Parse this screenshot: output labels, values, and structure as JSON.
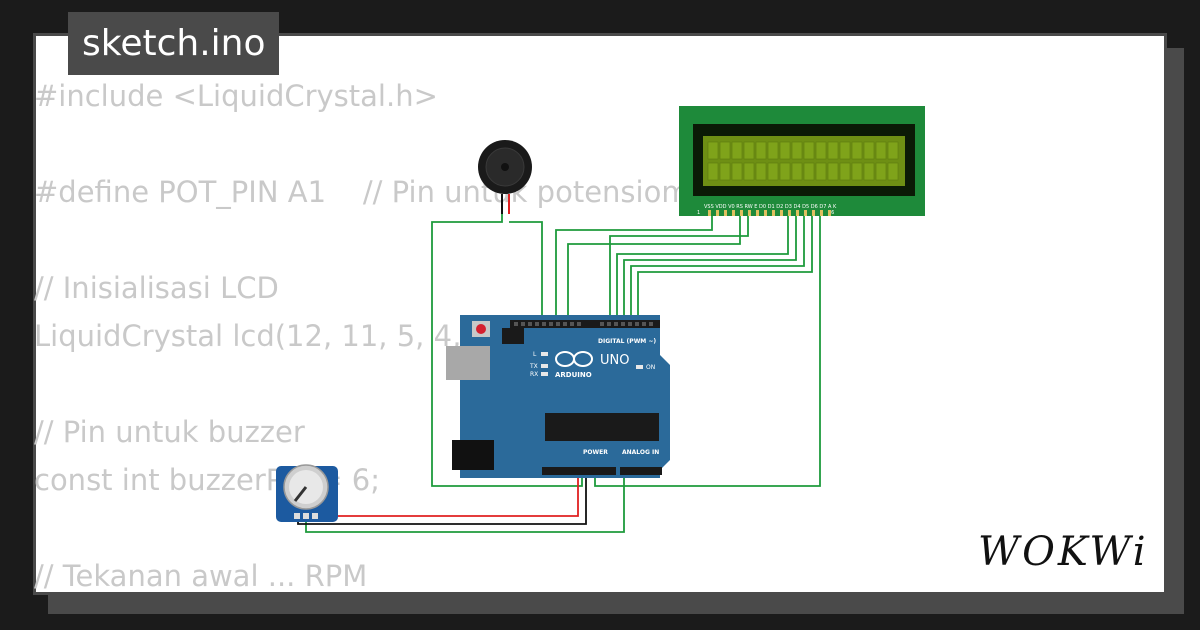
{
  "tab": {
    "filename": "sketch.ino"
  },
  "code": {
    "lines": [
      "#include <LiquidCrystal.h>",
      "",
      "#define POT_PIN A1    // Pin untuk potensiometer",
      "",
      "// Inisialisasi LCD",
      "LiquidCrystal lcd(12, 11, 5, 4, 3, 2);",
      "",
      "// Pin untuk buzzer",
      "const int buzzerPin = 6;",
      "",
      "// Tekanan awal ... RPM"
    ]
  },
  "arduino": {
    "model_label": "UNO",
    "brand_label": "ARDUINO",
    "digital_header": "DIGITAL (PWM ~)",
    "power_header": "POWER",
    "analog_header": "ANALOG IN",
    "on_label": "ON",
    "led_labels": [
      "L",
      "TX",
      "RX"
    ]
  },
  "lcd": {
    "pin_labels": "VSS VDD V0 RS RW E D0 D1 D2 D3 D4 D5 D6 D7 A K",
    "pin_first": "1",
    "pin_last": "16"
  },
  "brand": {
    "logo_text": "WOKWi"
  },
  "colors": {
    "background": "#1b1b1b",
    "card": "#ffffff",
    "tab": "#4a4a4a",
    "board": "#2b6a9a",
    "lcd_frame": "#1e8a3a",
    "lcd_screen": "#6e8f14",
    "wire_green": "#1e9b3c",
    "wire_red": "#e02020",
    "wire_black": "#111111"
  }
}
